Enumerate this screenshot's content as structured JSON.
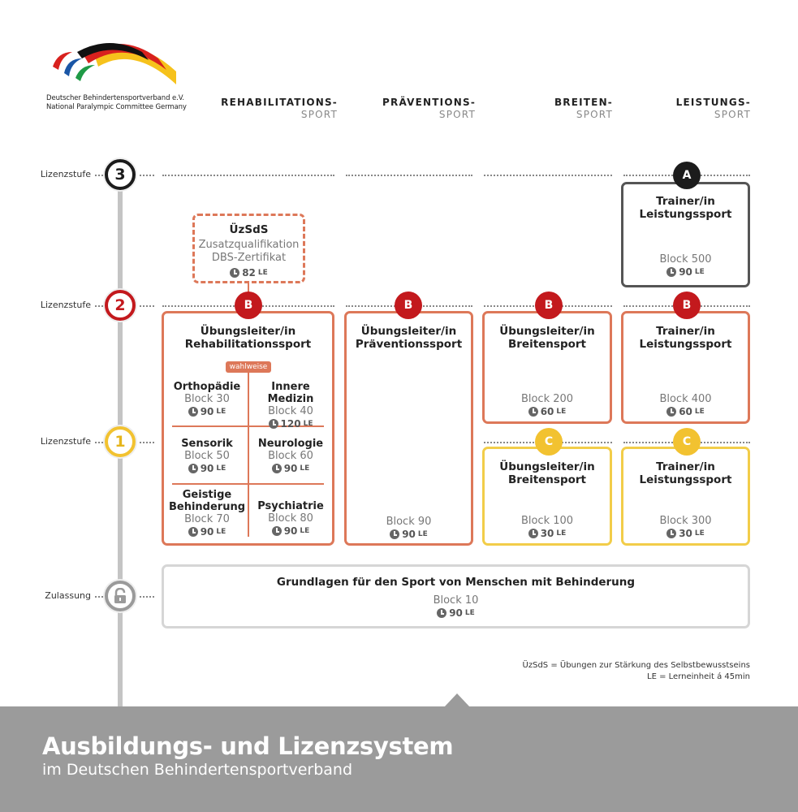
{
  "org": {
    "name_line1": "Deutscher Behindertensportverband e.V.",
    "name_line2": "National Paralympic Committee Germany"
  },
  "columns": [
    {
      "line1": "REHABILITATIONS-",
      "line2": "SPORT"
    },
    {
      "line1": "PRÄVENTIONS-",
      "line2": "SPORT"
    },
    {
      "line1": "BREITEN-",
      "line2": "SPORT"
    },
    {
      "line1": "LEISTUNGS-",
      "line2": "SPORT"
    }
  ],
  "stages": [
    {
      "label": "Lizenzstufe",
      "number": "3",
      "color": "#1c1c1c"
    },
    {
      "label": "Lizenzstufe",
      "number": "2",
      "color": "#c3191d"
    },
    {
      "label": "Lizenzstufe",
      "number": "1",
      "color": "#f2c230"
    },
    {
      "label": "Zulassung",
      "icon": "lock-icon",
      "color": "#9a9a9a"
    }
  ],
  "uezsds": {
    "title": "ÜzSdS",
    "line1": "Zusatzqualifikation",
    "line2": "DBS-Zertifikat",
    "le_value": "82",
    "le_unit": "LE"
  },
  "boxes": {
    "leistung_a": {
      "badge": "A",
      "title1": "Trainer/in",
      "title2": "Leistungssport",
      "block": "Block 500",
      "le_value": "90",
      "le_unit": "LE"
    },
    "reha_b": {
      "badge": "B",
      "title1": "Übungsleiter/in",
      "title2": "Rehabilitationssport",
      "tag": "wahlweise",
      "cells": [
        {
          "title1": "Orthopädie",
          "title2": "",
          "block": "Block 30",
          "le_value": "90",
          "le_unit": "LE"
        },
        {
          "title1": "Innere Medizin",
          "title2": "",
          "block": "Block 40",
          "le_value": "120",
          "le_unit": "LE"
        },
        {
          "title1": "Sensorik",
          "title2": "",
          "block": "Block 50",
          "le_value": "90",
          "le_unit": "LE"
        },
        {
          "title1": "Neurologie",
          "title2": "",
          "block": "Block 60",
          "le_value": "90",
          "le_unit": "LE"
        },
        {
          "title1": "Geistige",
          "title2": "Behinderung",
          "block": "Block 70",
          "le_value": "90",
          "le_unit": "LE"
        },
        {
          "title1": "Psychiatrie",
          "title2": "",
          "block": "Block 80",
          "le_value": "90",
          "le_unit": "LE"
        }
      ]
    },
    "praev_b": {
      "badge": "B",
      "title1": "Übungsleiter/in",
      "title2": "Präventionssport",
      "block": "Block 90",
      "le_value": "90",
      "le_unit": "LE"
    },
    "breiten_b": {
      "badge": "B",
      "title1": "Übungsleiter/in",
      "title2": "Breitensport",
      "block": "Block 200",
      "le_value": "60",
      "le_unit": "LE"
    },
    "leistung_b": {
      "badge": "B",
      "title1": "Trainer/in",
      "title2": "Leistungssport",
      "block": "Block 400",
      "le_value": "60",
      "le_unit": "LE"
    },
    "breiten_c": {
      "badge": "C",
      "title1": "Übungsleiter/in",
      "title2": "Breitensport",
      "block": "Block 100",
      "le_value": "30",
      "le_unit": "LE"
    },
    "leistung_c": {
      "badge": "C",
      "title1": "Trainer/in",
      "title2": "Leistungssport",
      "block": "Block 300",
      "le_value": "30",
      "le_unit": "LE"
    },
    "basis": {
      "title": "Grundlagen für den Sport von Menschen mit Behinderung",
      "block": "Block 10",
      "le_value": "90",
      "le_unit": "LE"
    }
  },
  "legend": {
    "line1": "ÜzSdS = Übungen zur Stärkung des Selbstbewusstseins",
    "line2": "LE = Lerneinheit á 45min"
  },
  "footer": {
    "title": "Ausbildungs- und Lizenzsystem",
    "subtitle": "im Deutschen Behindertensportverband"
  },
  "colors": {
    "red": "#c3191d",
    "orange_border": "#dd7859",
    "yellow": "#f2c230",
    "dark": "#1c1c1c",
    "grey": "#9b9b9b"
  }
}
